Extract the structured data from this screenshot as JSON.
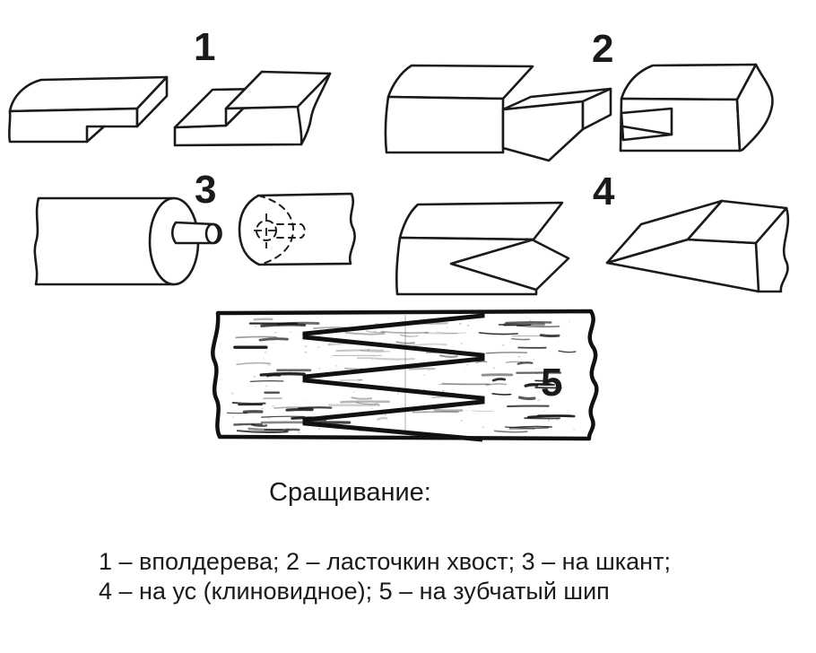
{
  "colors": {
    "background": "#ffffff",
    "ink": "#1a1a1a"
  },
  "figure_labels": {
    "fig1": "1",
    "fig2": "2",
    "fig3": "3",
    "fig4": "4",
    "fig5": "5"
  },
  "title": "Сращивание:",
  "caption_lines": [
    "1 – вполдерева; 2 – ласточкин хвост; 3 – на шкант;",
    "4 – на ус (клиновидное); 5 – на зубчатый шип"
  ]
}
